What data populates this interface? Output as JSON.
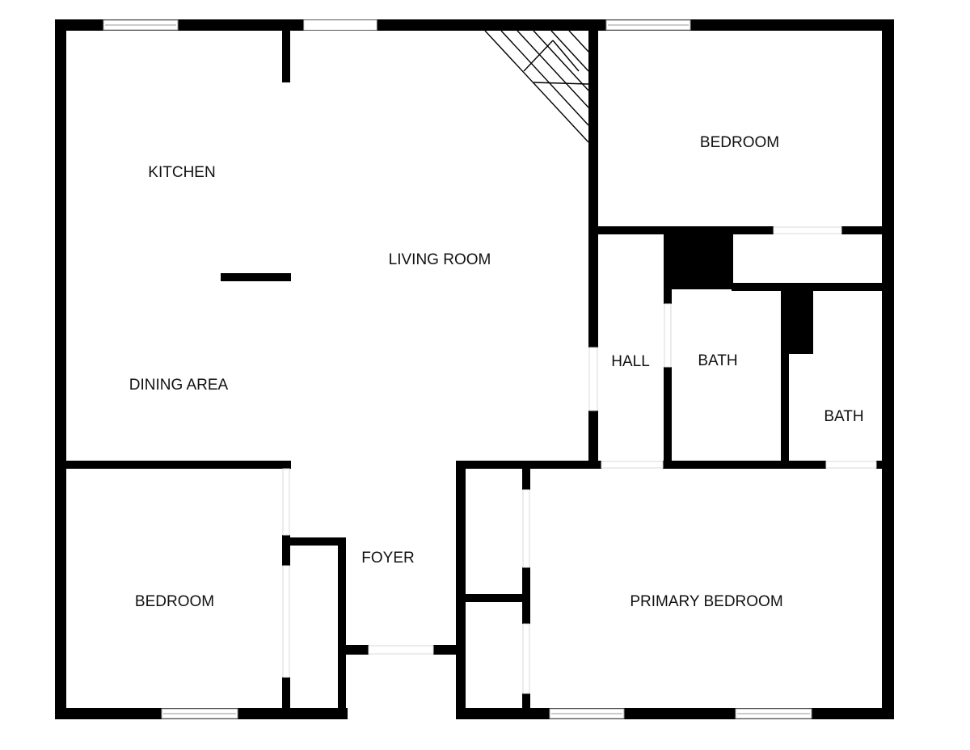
{
  "floor_plan": {
    "rooms": {
      "kitchen": "KITCHEN",
      "living_room": "LIVING ROOM",
      "dining_area": "DINING AREA",
      "bedroom_upper": "BEDROOM",
      "hall": "HALL",
      "bath_1": "BATH",
      "bath_2": "BATH",
      "bedroom_lower": "BEDROOM",
      "foyer": "FOYER",
      "primary_bedroom": "PRIMARY BEDROOM"
    },
    "colors": {
      "wall": "#000000",
      "background": "#ffffff",
      "window": "#9a9a9a"
    }
  }
}
